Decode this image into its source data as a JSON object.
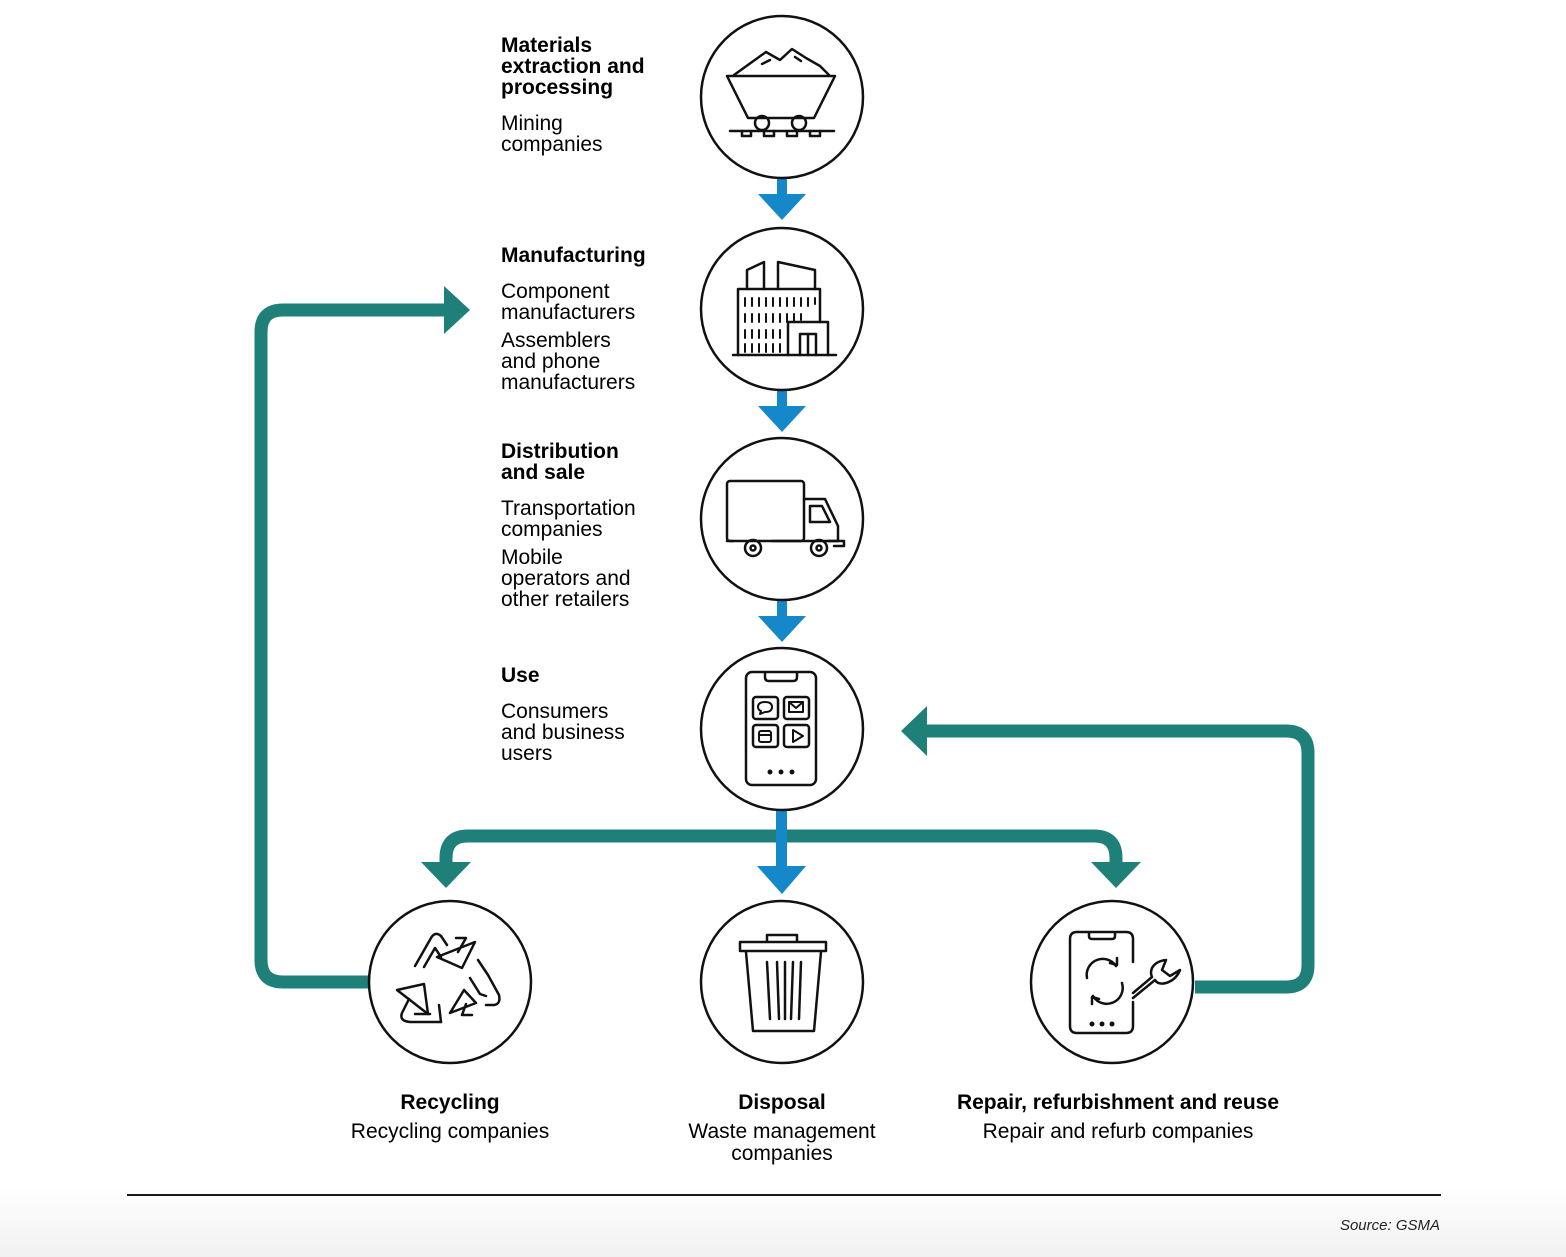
{
  "colors": {
    "flow_arrow": "#1488C8",
    "loop_arrow": "#1E8079",
    "stroke": "#111111"
  },
  "stages": [
    {
      "title": "Materials\nextraction and\nprocessing",
      "subs": [
        "Mining\ncompanies"
      ],
      "icon": "mining-cart-icon"
    },
    {
      "title": "Manufacturing",
      "subs": [
        "Component\nmanufacturers",
        "Assemblers\nand phone\nmanufacturers"
      ],
      "icon": "factory-icon"
    },
    {
      "title": "Distribution\nand sale",
      "subs": [
        "Transportation\ncompanies",
        "Mobile\noperators and\nother retailers"
      ],
      "icon": "truck-icon"
    },
    {
      "title": "Use",
      "subs": [
        "Consumers\nand business\nusers"
      ],
      "icon": "smartphone-icon"
    }
  ],
  "end_stages": [
    {
      "title": "Recycling",
      "sub": "Recycling companies",
      "icon": "recycle-icon"
    },
    {
      "title": "Disposal",
      "sub": "Waste management\ncompanies",
      "icon": "trash-bin-icon"
    },
    {
      "title": "Repair, refurbishment and reuse",
      "sub": "Repair and refurb companies",
      "icon": "phone-repair-icon"
    }
  ],
  "source": "Source: GSMA"
}
